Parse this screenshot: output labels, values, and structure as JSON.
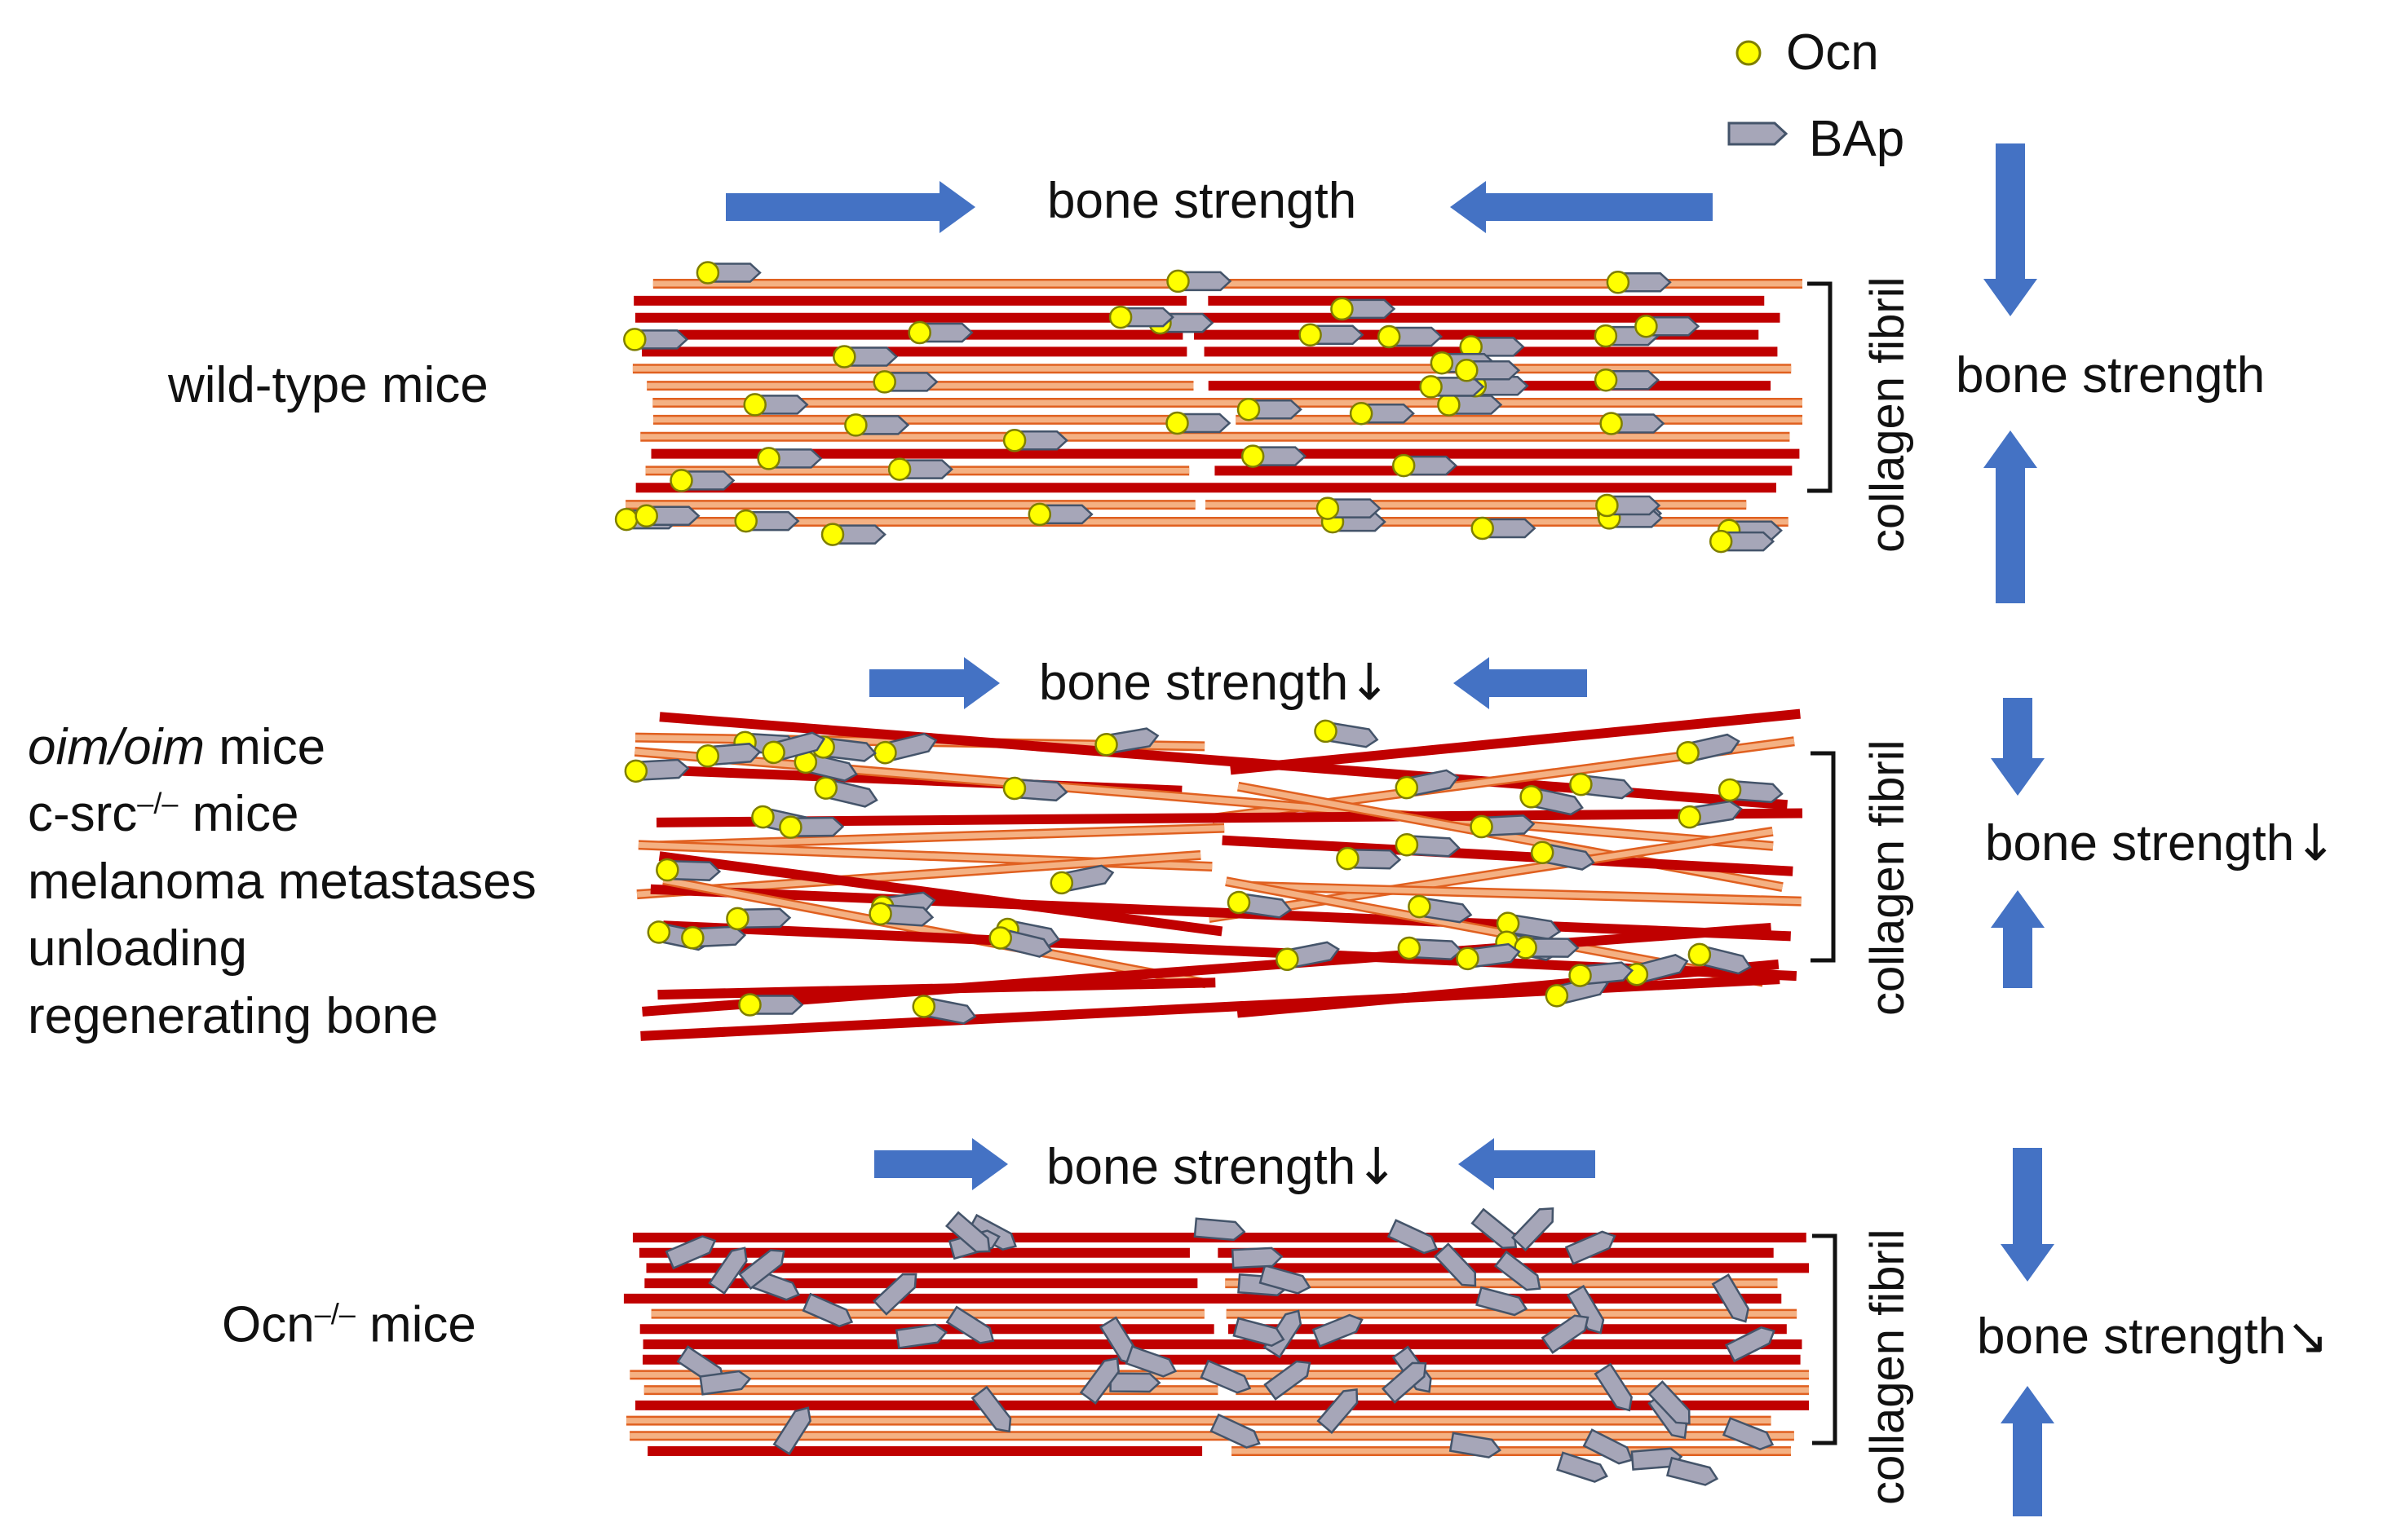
{
  "legend": {
    "ocn_label": "Ocn",
    "bap_label": "BAp"
  },
  "panels": [
    {
      "id": "wild-type",
      "conditions": [
        "wild-type mice"
      ],
      "force_label": "bone strength",
      "force_change": "",
      "side_label": "bone strength",
      "side_change": "",
      "fibril_label": "collagen fibril",
      "fibril_arrangement": "aligned",
      "ocn_present": true
    },
    {
      "id": "disordered",
      "conditions": [
        {
          "italic": "oim/oim",
          "text": " mice"
        },
        {
          "text": "c-src",
          "sup": "–/–",
          "after": " mice"
        },
        {
          "text": "melanoma metastases"
        },
        {
          "text": "unloading"
        },
        {
          "text": "regenerating bone"
        }
      ],
      "force_label": "bone strength",
      "force_change": "↓",
      "side_label": "bone strength",
      "side_change": "↓",
      "fibril_label": "collagen fibril",
      "fibril_arrangement": "disordered",
      "ocn_present": true
    },
    {
      "id": "ocn-knockout",
      "conditions": [
        {
          "text": "Ocn",
          "sup": "–/–",
          "after": " mice"
        }
      ],
      "force_label": "bone strength",
      "force_change": "↓",
      "side_label": "bone strength",
      "side_change": "↘",
      "fibril_label": "collagen fibril",
      "fibril_arrangement": "aligned",
      "ocn_present": false
    }
  ],
  "colors": {
    "arrow": "#4472C4",
    "fibril_dark": "#C00000",
    "fibril_light": "#F4B183",
    "fibril_light_edge": "#E06020",
    "ocn_fill": "#FFFF00",
    "ocn_edge": "#7F7F00",
    "bap_fill": "#A6A6B8",
    "bap_edge": "#44546A"
  }
}
